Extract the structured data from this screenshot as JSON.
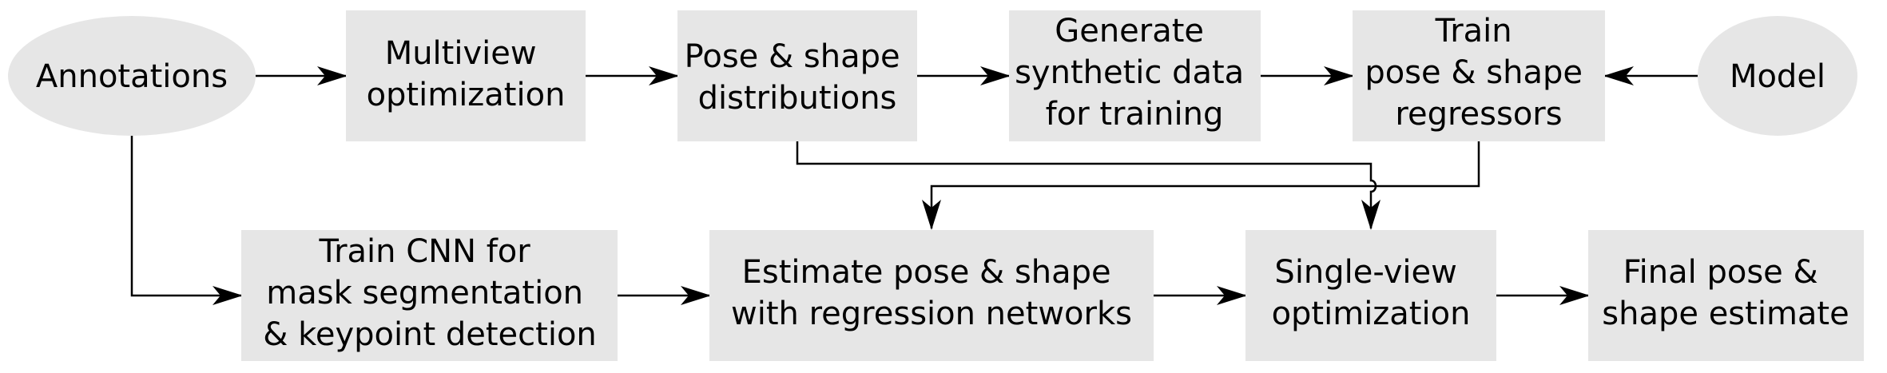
{
  "colors": {
    "node_fill": "#e6e6e6",
    "edge": "#000000",
    "text": "#000000"
  },
  "nodes": {
    "annotations": {
      "shape": "ellipse",
      "lines": [
        "Annotations"
      ]
    },
    "multiview": {
      "shape": "rect",
      "lines": [
        "Multiview",
        "optimization"
      ]
    },
    "distributions": {
      "shape": "rect",
      "lines": [
        "Pose & shape",
        "distributions"
      ]
    },
    "generate": {
      "shape": "rect",
      "lines": [
        "Generate",
        "synthetic data",
        "for training"
      ]
    },
    "train_regressors": {
      "shape": "rect",
      "lines": [
        "Train",
        "pose & shape",
        "regressors"
      ]
    },
    "model": {
      "shape": "ellipse",
      "lines": [
        "Model"
      ]
    },
    "train_cnn": {
      "shape": "rect",
      "lines": [
        "Train CNN for",
        "mask segmentation",
        "& keypoint detection"
      ]
    },
    "estimate": {
      "shape": "rect",
      "lines": [
        "Estimate pose & shape",
        "with regression networks"
      ]
    },
    "single_view": {
      "shape": "rect",
      "lines": [
        "Single-view",
        "optimization"
      ]
    },
    "final": {
      "shape": "rect",
      "lines": [
        "Final pose &",
        "shape estimate"
      ]
    }
  },
  "edges": [
    {
      "from": "annotations",
      "to": "multiview"
    },
    {
      "from": "multiview",
      "to": "distributions"
    },
    {
      "from": "distributions",
      "to": "generate"
    },
    {
      "from": "generate",
      "to": "train_regressors"
    },
    {
      "from": "model",
      "to": "train_regressors"
    },
    {
      "from": "annotations",
      "to": "train_cnn"
    },
    {
      "from": "train_cnn",
      "to": "estimate"
    },
    {
      "from": "estimate",
      "to": "single_view"
    },
    {
      "from": "single_view",
      "to": "final"
    },
    {
      "from": "distributions",
      "to": "single_view"
    },
    {
      "from": "train_regressors",
      "to": "estimate"
    }
  ]
}
